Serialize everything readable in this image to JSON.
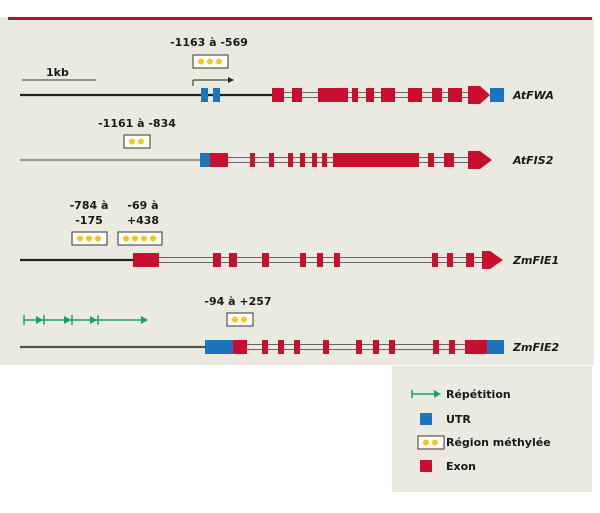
{
  "scale_bar": {
    "label": "1kb"
  },
  "genes": [
    {
      "name": "AtFWA",
      "methylation_regions": [
        {
          "label_lines": [
            "-1163 à -569"
          ],
          "dots": 3
        }
      ]
    },
    {
      "name": "AtFIS2",
      "methylation_regions": [
        {
          "label_lines": [
            "-1161 à -834"
          ],
          "dots": 2
        }
      ]
    },
    {
      "name": "ZmFIE1",
      "methylation_regions": [
        {
          "label_lines": [
            "-784 à",
            "-175"
          ],
          "dots": 3
        },
        {
          "label_lines": [
            "-69 à",
            "+438"
          ],
          "dots": 4
        }
      ]
    },
    {
      "name": "ZmFIE2",
      "methylation_regions": [
        {
          "label_lines": [
            "-94 à +257"
          ],
          "dots": 2
        }
      ]
    }
  ],
  "legend": {
    "items": [
      {
        "key": "repeat",
        "label": "Répétition"
      },
      {
        "key": "utr",
        "label": "UTR"
      },
      {
        "key": "methylated",
        "label": "Région méthylée"
      },
      {
        "key": "exon",
        "label": "Exon"
      }
    ]
  },
  "colors": {
    "exon": "#c8102e",
    "utr": "#1b75bc",
    "repeat": "#1a9e6e",
    "methyl_dot": "#f5c518",
    "panel_bg": "#ebeae0",
    "accent_rule": "#a01830"
  }
}
